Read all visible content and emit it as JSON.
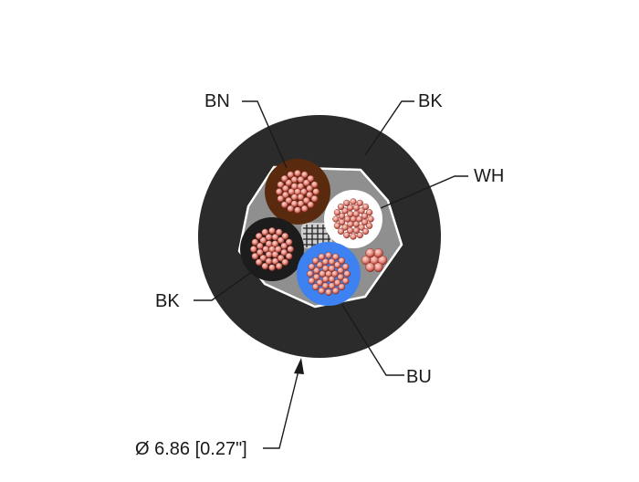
{
  "diagram": {
    "jacket_color_label": "BK",
    "conductors": [
      {
        "label": "BN",
        "fill": "#5a2a0e"
      },
      {
        "label": "WH",
        "fill": "#ffffff"
      },
      {
        "label": "BK",
        "fill": "#1c1c1c"
      },
      {
        "label": "BU",
        "fill": "#3d82f0"
      }
    ],
    "diameter_label": "Ø 6.86 [0.27\"]",
    "colors": {
      "jacket": "#2b2b2b",
      "filler": "#8f8f8f",
      "shield_outline": "#ffffff",
      "strand_light": "#f2b7b0",
      "strand_dark": "#a33a2c",
      "leader": "#1a1a1a"
    }
  }
}
